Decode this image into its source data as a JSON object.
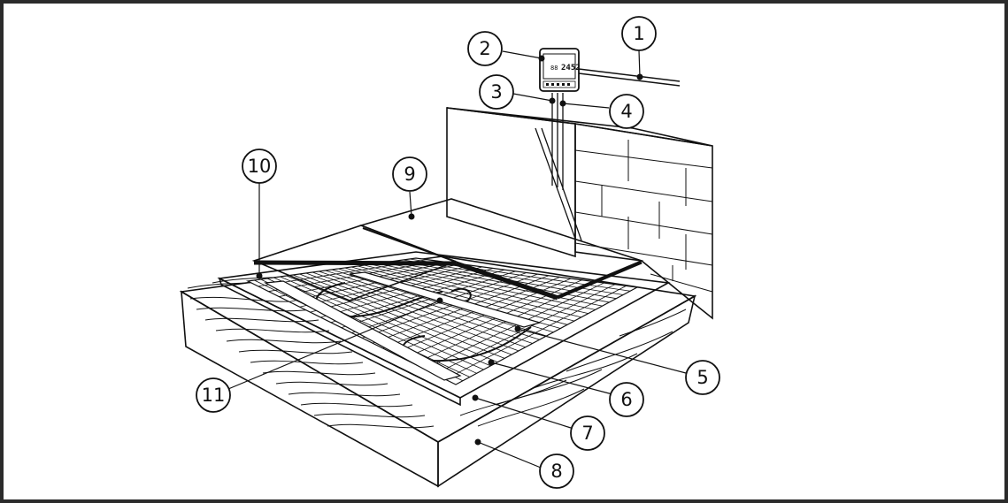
{
  "figure": {
    "callouts": [
      {
        "id": "1",
        "label": "1"
      },
      {
        "id": "2",
        "label": "2"
      },
      {
        "id": "3",
        "label": "3"
      },
      {
        "id": "4",
        "label": "4"
      },
      {
        "id": "5",
        "label": "5"
      },
      {
        "id": "6",
        "label": "6"
      },
      {
        "id": "7",
        "label": "7"
      },
      {
        "id": "8",
        "label": "8"
      },
      {
        "id": "9",
        "label": "9"
      },
      {
        "id": "10",
        "label": "10"
      },
      {
        "id": "11",
        "label": "11"
      }
    ],
    "thermostat_display": {
      "left_reading": "88",
      "right_reading": "2452"
    },
    "colors": {
      "line": "#111111",
      "frame": "#2b2b2b",
      "background": "#ffffff"
    }
  }
}
